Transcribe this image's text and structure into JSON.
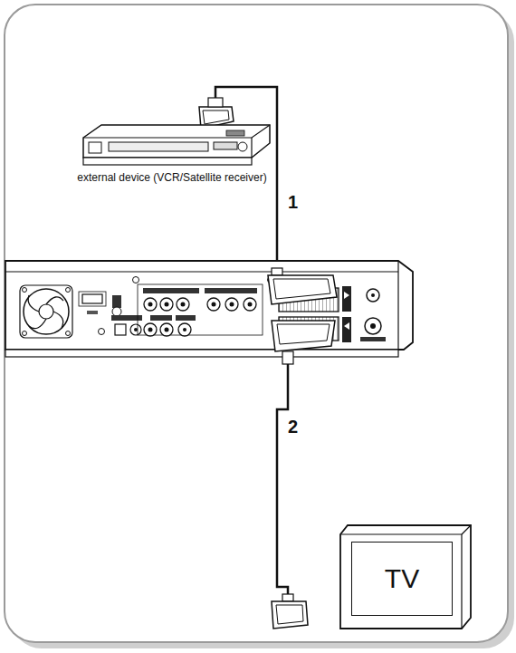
{
  "diagram": {
    "nodes": [
      {
        "text": [
          "external device (VCR/Satellite receiver)"
        ]
      },
      {
        "text": [
          "TV"
        ]
      }
    ],
    "labels": [
      "1",
      "2"
    ]
  }
}
